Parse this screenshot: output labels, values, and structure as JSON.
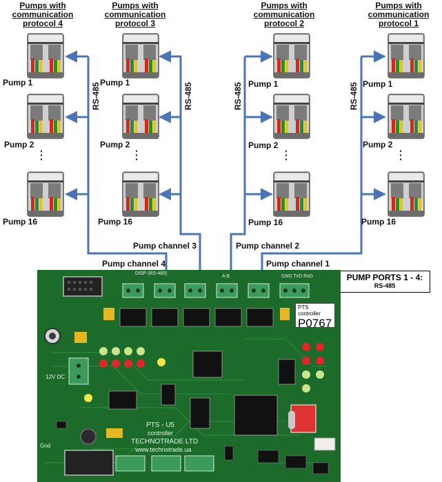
{
  "groups": [
    {
      "title_line1": "Pumps with",
      "title_line2": "communication",
      "title_line3": "protocol 4"
    },
    {
      "title_line1": "Pumps with",
      "title_line2": "communication",
      "title_line3": "protocol 3"
    },
    {
      "title_line1": "Pumps with",
      "title_line2": "communication",
      "title_line3": "protocol 2"
    },
    {
      "title_line1": "Pumps with",
      "title_line2": "communication",
      "title_line3": "protocol 1"
    }
  ],
  "pump_labels": {
    "p1": "Pump 1",
    "p2": "Pump 2",
    "p16": "Pump 16"
  },
  "bus_label": "RS-485",
  "channels": {
    "ch1": "Pump channel 1",
    "ch2": "Pump channel 2",
    "ch3": "Pump channel 3",
    "ch4": "Pump channel 4"
  },
  "ports_box": {
    "title": "PUMP PORTS 1 - 4:",
    "subtitle": "RS-485"
  },
  "board": {
    "sticker_line1": "PTS controller",
    "sticker_line2": "P0767",
    "model": "PTS - U5",
    "model_sub": "controller",
    "maker": "TECHNOTRADE LTD",
    "website": "www.technotrade.ua",
    "disp_header": "DISP (RS-485)",
    "power_label": "12V DC",
    "gnd_label": "Gnd",
    "ab_label": "A   B",
    "gnd_txd_rxd": "GND TxD RxD"
  },
  "colors": {
    "line": "#4a74b4",
    "pcb": "#1d6b2a",
    "connector": "#3b9b5b"
  }
}
